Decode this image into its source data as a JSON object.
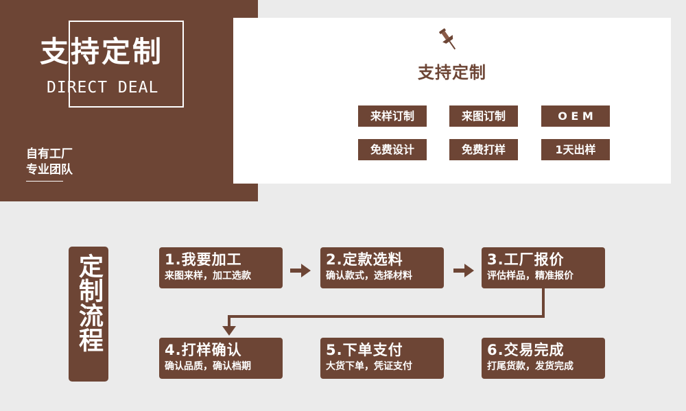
{
  "hero": {
    "title": "支持定制",
    "subtitle": "DIRECT DEAL",
    "tag1": "自有工厂",
    "tag2": "专业团队"
  },
  "card": {
    "icon": "pushpin-icon",
    "title": "支持定制",
    "features": [
      "来样订制",
      "来图订制",
      "O E M",
      "免费设计",
      "免费打样",
      "1天出样"
    ]
  },
  "process": {
    "label": "定制流程",
    "steps": [
      {
        "title": "1.我要加工",
        "sub": "来图来样，加工选款"
      },
      {
        "title": "2.定款选料",
        "sub": "确认款式，选择材料"
      },
      {
        "title": "3.工厂报价",
        "sub": "评估样品，精准报价"
      },
      {
        "title": "4.打样确认",
        "sub": "确认品质，确认档期"
      },
      {
        "title": "5.下单支付",
        "sub": "大货下单，凭证支付"
      },
      {
        "title": "6.交易完成",
        "sub": "打尾货款，发货完成"
      }
    ]
  },
  "colors": {
    "brand": "#6d4535",
    "background": "#ebebeb",
    "card": "#ffffff"
  }
}
